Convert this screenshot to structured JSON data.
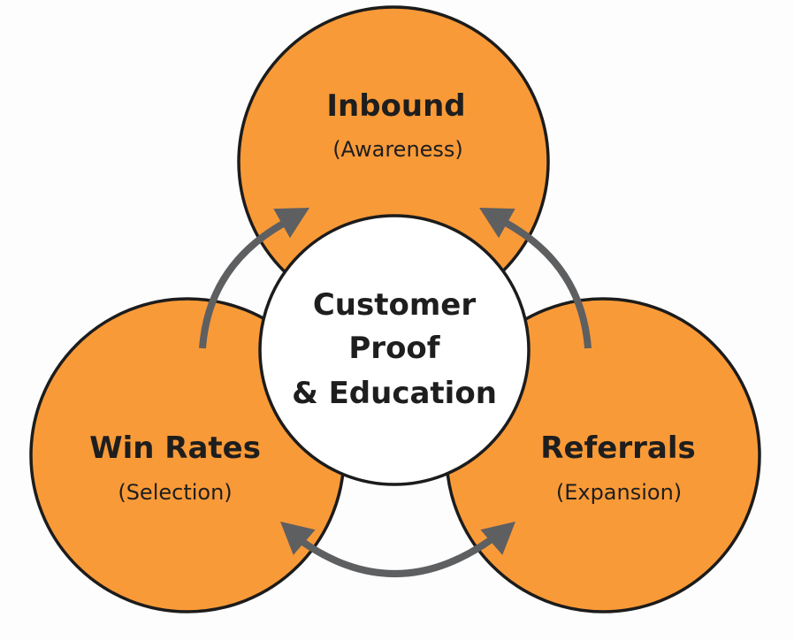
{
  "colors": {
    "background": "#fdfdfd",
    "petal_fill": "#f99a38",
    "outline": "#1c1c1c",
    "center_fill": "#ffffff",
    "text": "#1e1e1e",
    "arrow": "#5e5f61"
  },
  "center": {
    "lines": [
      "Customer",
      "Proof",
      "& Education"
    ]
  },
  "petals": [
    {
      "id": "inbound",
      "title": "Inbound",
      "subtitle": "(Awareness)"
    },
    {
      "id": "win-rates",
      "title": "Win Rates",
      "subtitle": "(Selection)"
    },
    {
      "id": "referrals",
      "title": "Referrals",
      "subtitle": "(Expansion)"
    }
  ],
  "arrows": [
    {
      "from": "win-rates",
      "to": "inbound",
      "direction": "single"
    },
    {
      "from": "referrals",
      "to": "inbound",
      "direction": "single"
    },
    {
      "from": "win-rates",
      "to": "referrals",
      "direction": "double"
    }
  ]
}
